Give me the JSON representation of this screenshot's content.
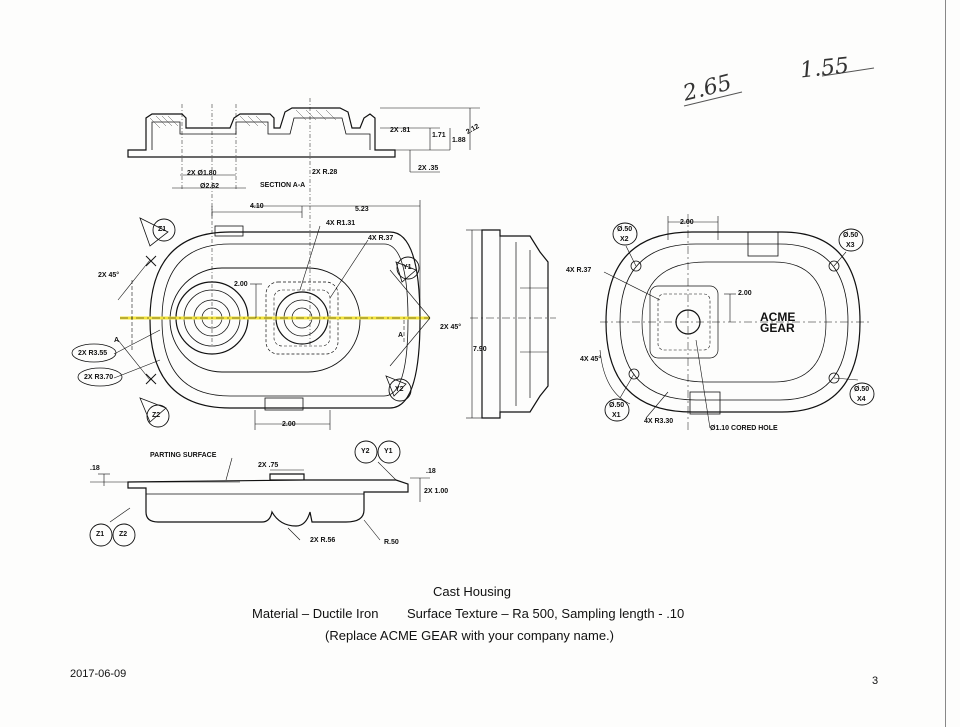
{
  "handwritten": {
    "note_left": "2.65",
    "note_right": "1.55"
  },
  "section_view": {
    "title": "SECTION A-A",
    "dims": [
      "2X Ø1.80",
      "Ø2.62",
      "2X R.28",
      "2X .81",
      "1.71",
      "1.88",
      "2.12",
      "2X .35"
    ]
  },
  "top_view": {
    "dims": [
      "4.10",
      "5.23",
      "4X R1.31",
      "4X R.37",
      "2X 45°",
      "2.00",
      "2X R3.55",
      "2X R3.70",
      "2.00",
      "2X 45°",
      "A",
      "A"
    ],
    "datums": [
      "Z1",
      "Y1",
      "Y2",
      "Z2"
    ]
  },
  "side_view": {
    "dims": [
      "7.90"
    ]
  },
  "bottom_view": {
    "dims": [
      "2.00",
      "4X R.37",
      "2.00",
      "4X 45°",
      "4X R3.30",
      "Ø1.10 CORED HOLE"
    ],
    "datums": [
      {
        "size": "Ø.50",
        "id": "X2"
      },
      {
        "size": "Ø.50",
        "id": "X3"
      },
      {
        "size": "Ø.50",
        "id": "X1"
      },
      {
        "size": "Ø.50",
        "id": "X4"
      }
    ],
    "logo_line1": "ACME",
    "logo_line2": "GEAR"
  },
  "parting_view": {
    "label": "PARTING SURFACE",
    "dims": [
      ".18",
      "2X .75",
      ".18",
      "2X 1.00",
      "2X R.56",
      "R.50"
    ],
    "datums": [
      "Y2",
      "Y1",
      "Z1",
      "Z2"
    ]
  },
  "caption": {
    "title": "Cast Housing",
    "material": "Material – Ductile Iron",
    "texture": "Surface Texture – Ra 500, Sampling length - .10",
    "note": "(Replace ACME GEAR with your company name.)"
  },
  "footer": {
    "date": "2017-06-09",
    "page": "3"
  },
  "colors": {
    "ink": "#111111",
    "centerline_highlight": "#f2e33a",
    "pencil": "#333333"
  }
}
